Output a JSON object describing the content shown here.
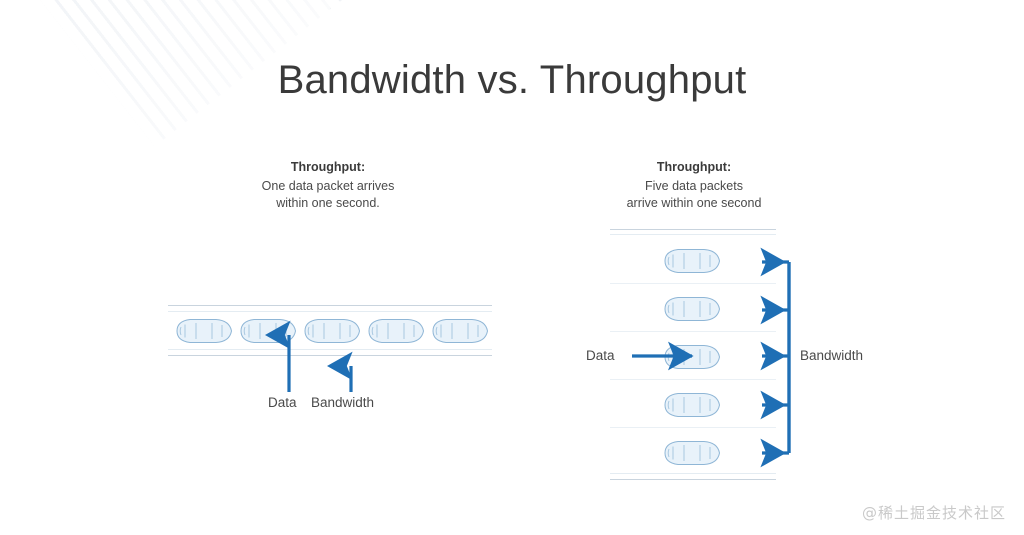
{
  "slide": {
    "title": "Bandwidth vs. Throughput",
    "background_color": "#ffffff",
    "title_color": "#3a3a3a",
    "accent_color": "#1f6fb5",
    "car_outline_color": "#8fb6d6",
    "car_fill_color": "#e8f2fa",
    "road_line_color": "#c9d4de"
  },
  "left_panel": {
    "caption": {
      "heading": "Throughput:",
      "line1": "One data packet arrives",
      "line2": "within one second."
    },
    "car_count": 5,
    "labels": {
      "data": "Data",
      "bandwidth": "Bandwidth"
    }
  },
  "right_panel": {
    "caption": {
      "heading": "Throughput:",
      "line1": "Five data packets",
      "line2": "arrive within one second"
    },
    "car_count": 5,
    "labels": {
      "data": "Data",
      "bandwidth": "Bandwidth"
    }
  },
  "watermark": {
    "text": "@稀土掘金技术社区"
  }
}
